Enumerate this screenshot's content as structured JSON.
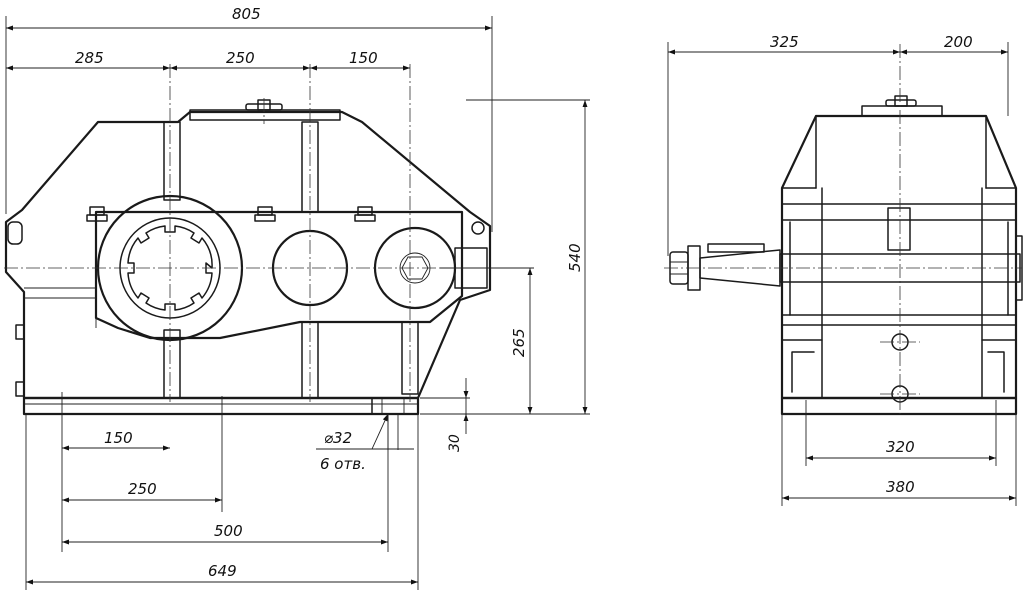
{
  "front_view": {
    "dimensions": {
      "overall_length": "805",
      "seg_1": "285",
      "seg_2": "250",
      "seg_3": "150",
      "height": "540",
      "axis_height": "265",
      "base_thickness": "30",
      "bolt_spacing_1": "150",
      "bolt_spacing_2": "250",
      "bolt_spacing_3": "500",
      "base_length": "649",
      "hole_diameter": "⌀32",
      "hole_count": "6 отв."
    }
  },
  "side_view": {
    "dimensions": {
      "left_width": "325",
      "right_width": "200",
      "bolt_span": "320",
      "base_width": "380"
    }
  }
}
